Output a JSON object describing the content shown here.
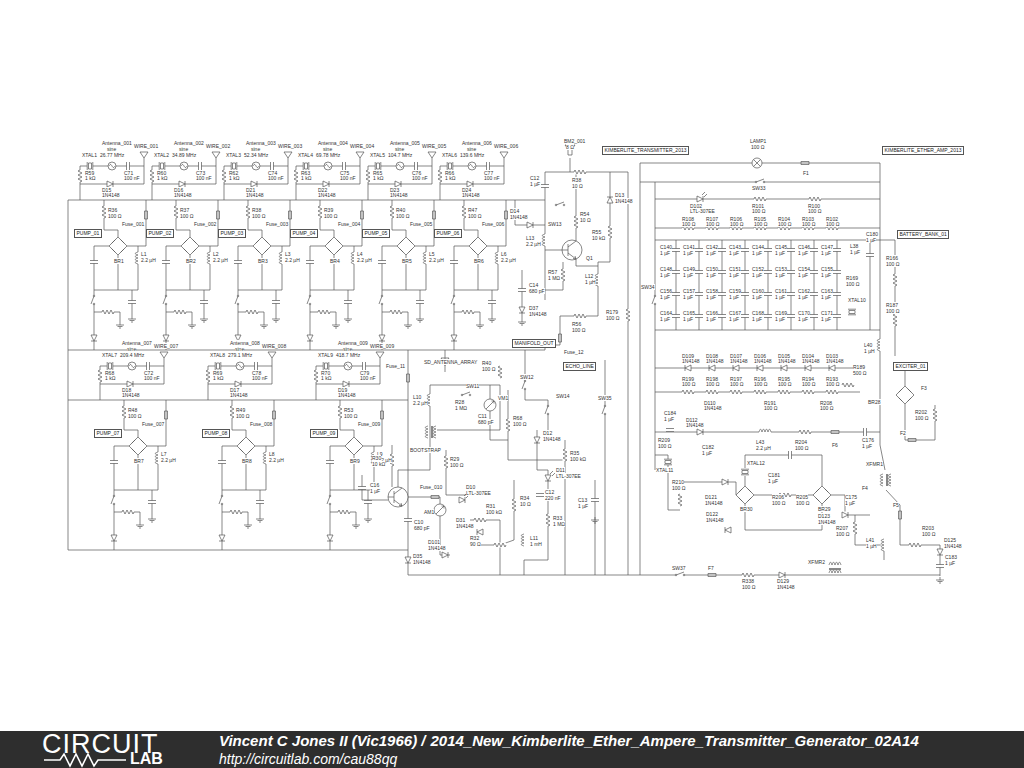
{
  "diagram": {
    "title": "2014_New_Kimberlite_Ether_Ampere_Transmitter_Generator_02A14",
    "nodes": [
      {
        "text": [
          "PUMP_01"
        ]
      },
      {
        "text": [
          "PUMP_02"
        ]
      },
      {
        "text": [
          "PUMP_03"
        ]
      },
      {
        "text": [
          "PUMP_04"
        ]
      },
      {
        "text": [
          "PUMP_05"
        ]
      },
      {
        "text": [
          "PUMP_06"
        ]
      },
      {
        "text": [
          "PUMP_07"
        ]
      },
      {
        "text": [
          "PUMP_08"
        ]
      },
      {
        "text": [
          "PUMP_09"
        ]
      },
      {
        "text": [
          "KIMBERLITE_TRANSMITTER_2013"
        ]
      },
      {
        "text": [
          "MANIFOLD_OUT"
        ]
      },
      {
        "text": [
          "ECHO_LINE"
        ]
      },
      {
        "text": [
          "KIMBERLITE_ETHER_AMP_2013"
        ]
      },
      {
        "text": [
          "BATTERY_BANK_01"
        ]
      },
      {
        "text": [
          "EXCITER_01"
        ]
      }
    ],
    "labels": [
      "CIRCUIT",
      "LAB",
      "Vincent C Jones II (Vic1966) /",
      "http://circuitlab.com/cau88qq",
      "Antenna_001",
      "sine",
      "26.77 MHz",
      "WIRE_001",
      "XTAL1",
      "R59",
      "1 kΩ",
      "C71",
      "100 nF",
      "D15",
      "1N4148",
      "R36",
      "100 Ω",
      "BR1",
      "L1",
      "2.2 µH",
      "Fuse_001",
      "Antenna_002",
      "sine",
      "34.89 MHz",
      "WIRE_002",
      "XTAL2",
      "R60",
      "1 kΩ",
      "C73",
      "100 nF",
      "D16",
      "1N4148",
      "R37",
      "100 Ω",
      "BR2",
      "L2",
      "2.2 µH",
      "Fuse_002",
      "Antenna_003",
      "sine",
      "52.34 MHz",
      "WIRE_003",
      "XTAL3",
      "R62",
      "1 kΩ",
      "C74",
      "100 nF",
      "D21",
      "1N4148",
      "R38",
      "100 Ω",
      "BR3",
      "L3",
      "2.2 µH",
      "Fuse_003",
      "Antenna_004",
      "sine",
      "69.78 MHz",
      "WIRE_004",
      "XTAL4",
      "R63",
      "1 kΩ",
      "C75",
      "100 nF",
      "D22",
      "1N4148",
      "R39",
      "100 Ω",
      "BR4",
      "L4",
      "2.2 µH",
      "Fuse_004",
      "Antenna_005",
      "sine",
      "104.7 MHz",
      "WIRE_005",
      "XTAL5",
      "R65",
      "1 kΩ",
      "C76",
      "100 nF",
      "D23",
      "1N4148",
      "R40",
      "100 Ω",
      "BR5",
      "L5",
      "2.2 µH",
      "Fuse_005",
      "Antenna_006",
      "sine",
      "139.6 MHz",
      "WIRE_006",
      "XTAL6",
      "R66",
      "1 kΩ",
      "C77",
      "100 nF",
      "D24",
      "1N4148",
      "R47",
      "100 Ω",
      "BR6",
      "L6",
      "2.2 µH",
      "Fuse_006",
      "Antenna_007",
      "sine",
      "209.4 MHz",
      "WIRE_007",
      "XTAL7",
      "R68",
      "1 kΩ",
      "C72",
      "100 nF",
      "D18",
      "1N4148",
      "R48",
      "100 Ω",
      "BR7",
      "L7",
      "2.2 µH",
      "Fuse_007",
      "Antenna_008",
      "sine",
      "279.1 MHz",
      "WIRE_008",
      "XTAL8",
      "R69",
      "1 kΩ",
      "C78",
      "100 nF",
      "D17",
      "1N4148",
      "R49",
      "100 Ω",
      "BR8",
      "L8",
      "2.2 µH",
      "Fuse_008",
      "Antenna_009",
      "sine",
      "418.7 MHz",
      "WIRE_009",
      "XTAL9",
      "R70",
      "1 kΩ",
      "C79",
      "100 nF",
      "D19",
      "1N4148",
      "R53",
      "100 Ω",
      "BR9",
      "L9",
      "2.2 µH",
      "Fuse_009",
      "R108",
      "100 Ω",
      "R107",
      "100 Ω",
      "R106",
      "100 Ω",
      "R105",
      "100 Ω",
      "R104",
      "100 Ω",
      "R103",
      "100 Ω",
      "R102",
      "100 Ω",
      "C140",
      "1 µF",
      "C141",
      "1 µF",
      "C142",
      "1 µF",
      "C143",
      "1 µF",
      "C144",
      "1 µF",
      "C145",
      "1 µF",
      "C146",
      "1 µF",
      "C147",
      "1 µF",
      "C148",
      "1 µF",
      "C149",
      "1 µF",
      "C150",
      "1 µF",
      "C151",
      "1 µF",
      "C152",
      "1 µF",
      "C153",
      "1 µF",
      "C154",
      "1 µF",
      "C155",
      "1 µF",
      "C156",
      "1 µF",
      "C157",
      "1 µF",
      "C158",
      "1 µF",
      "C159",
      "1 µF",
      "C160",
      "1 µF",
      "C161",
      "1 µF",
      "C162",
      "1 µF",
      "C163",
      "1 µF",
      "C164",
      "1 µF",
      "C165",
      "1 µF",
      "C166",
      "1 µF",
      "C167",
      "1 µF",
      "C168",
      "1 µF",
      "C169",
      "1 µF",
      "C170",
      "1 µF",
      "C171",
      "1 µF",
      "D109",
      "1N4148",
      "D108",
      "1N4148",
      "D107",
      "1N4148",
      "D106",
      "1N4148",
      "D105",
      "1N4148",
      "D104",
      "1N4148",
      "D103",
      "1N4148",
      "R199",
      "100 Ω",
      "R198",
      "100 Ω",
      "R197",
      "100 Ω",
      "R196",
      "100 Ω",
      "R195",
      "100 Ω",
      "R194",
      "100 Ω",
      "R193",
      "100 Ω",
      "BM2_001",
      "8 Ω",
      "C12",
      "1 µF",
      "R38",
      "10 Ω",
      "D14",
      "1N4148",
      "L13",
      "2.2 µH",
      "SW13",
      "R54",
      "10 Ω",
      "Q1",
      "D13",
      "1N4148",
      "R55",
      "10 kΩ",
      "L12",
      "1 µH",
      "R57",
      "1 MΩ",
      "C14",
      "680 pF",
      "D37",
      "1N4148",
      "R56",
      "100 Ω",
      "Fuse_12",
      "R179",
      "100 Ω",
      "Fuse_11",
      "SD_ANTENNA_ARRAY",
      "L10",
      "2.2 µH",
      "R40",
      "100 Ω",
      "SW11",
      "VM1",
      "R28",
      "1 MΩ",
      "C11",
      "680 pF",
      "BOOTSTRAP",
      "R30",
      "10 kΩ",
      "R29",
      "100 Ω",
      "C16",
      "1 µF",
      "Fuse_010",
      "AM1",
      "D10",
      "LTL-307EE",
      "R31",
      "100 kΩ",
      "D31",
      "1N4148",
      "R32",
      "90 Ω",
      "C10",
      "680 pF",
      "D35",
      "1N4148",
      "D101",
      "1N4148",
      "SW12",
      "SW14",
      "R68",
      "100 Ω",
      "D12",
      "1N4148",
      "R35",
      "100 kΩ",
      "R34",
      "10 Ω",
      "D11",
      "LTL-307EE",
      "C12",
      "220 nF",
      "C13",
      "1 µF",
      "R33",
      "1 MΩ",
      "L11",
      "1 mH",
      "SW35",
      "LAMP1",
      "100 Ω",
      "F1",
      "SW33",
      "D102",
      "LTL-307EE",
      "R101",
      "100 Ω",
      "R100",
      "100 Ω",
      "SW34",
      "L38",
      "1 µF",
      "C180",
      "1 µF",
      "R169",
      "100 Ω",
      "R166",
      "100 Ω",
      "XTAL10",
      "R187",
      "100 Ω",
      "L40",
      "1 µH",
      "R189",
      "500 Ω",
      "D110",
      "1N4148",
      "R191",
      "100 Ω",
      "R208",
      "100 Ω",
      "BR28",
      "R202",
      "100 Ω",
      "C184",
      "1 µF",
      "D112",
      "1N4148",
      "C182",
      "1 µF",
      "L43",
      "2.2 µH",
      "R204",
      "100 Ω",
      "F6",
      "C176",
      "1 µF",
      "R209",
      "100 Ω",
      "XTAL11",
      "R210",
      "100 Ω",
      "XTAL12",
      "C181",
      "1 µF",
      "BR30",
      "BR29",
      "D121",
      "1N4148",
      "R206",
      "100 Ω",
      "R205",
      "100 Ω",
      "D122",
      "1N4148",
      "D123",
      "1N4148",
      "C175",
      "1 µF",
      "XFMR1",
      "F4",
      "R207",
      "100 Ω",
      "L41",
      "1 µH",
      "XFMR2",
      "F5",
      "R203",
      "100 Ω",
      "D125",
      "1N4148",
      "C183",
      "1 µF",
      "SW37",
      "F7",
      "R338",
      "100 Ω",
      "D129",
      "1N4148",
      "F2",
      "F3"
    ]
  }
}
